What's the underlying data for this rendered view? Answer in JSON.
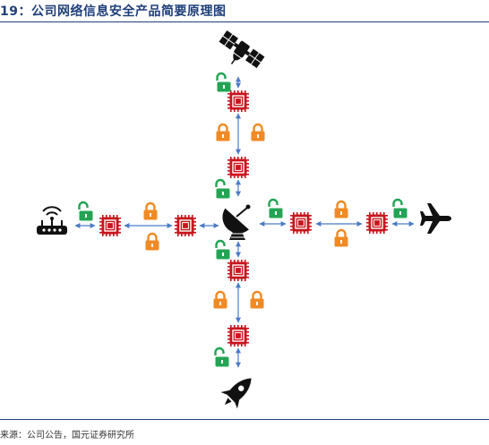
{
  "figure": {
    "title": "19：公司网络信息安全产品简要原理图",
    "source": "来源：公司公告，国元证券研究所"
  },
  "colors": {
    "title": "#1f3f7a",
    "chip": "#c8161d",
    "lock_open": "#23a455",
    "lock_closed": "#f08a24",
    "arrow": "#4a7bc8",
    "icon": "#111111"
  },
  "nodes": [
    {
      "id": "satellite",
      "icon": "satellite-icon",
      "position": "top"
    },
    {
      "id": "router",
      "icon": "wifi-router-icon",
      "position": "left"
    },
    {
      "id": "airplane",
      "icon": "airplane-icon",
      "position": "right"
    },
    {
      "id": "rocket",
      "icon": "rocket-icon",
      "position": "bottom"
    },
    {
      "id": "ground-station",
      "icon": "satellite-dish-icon",
      "position": "center"
    }
  ]
}
